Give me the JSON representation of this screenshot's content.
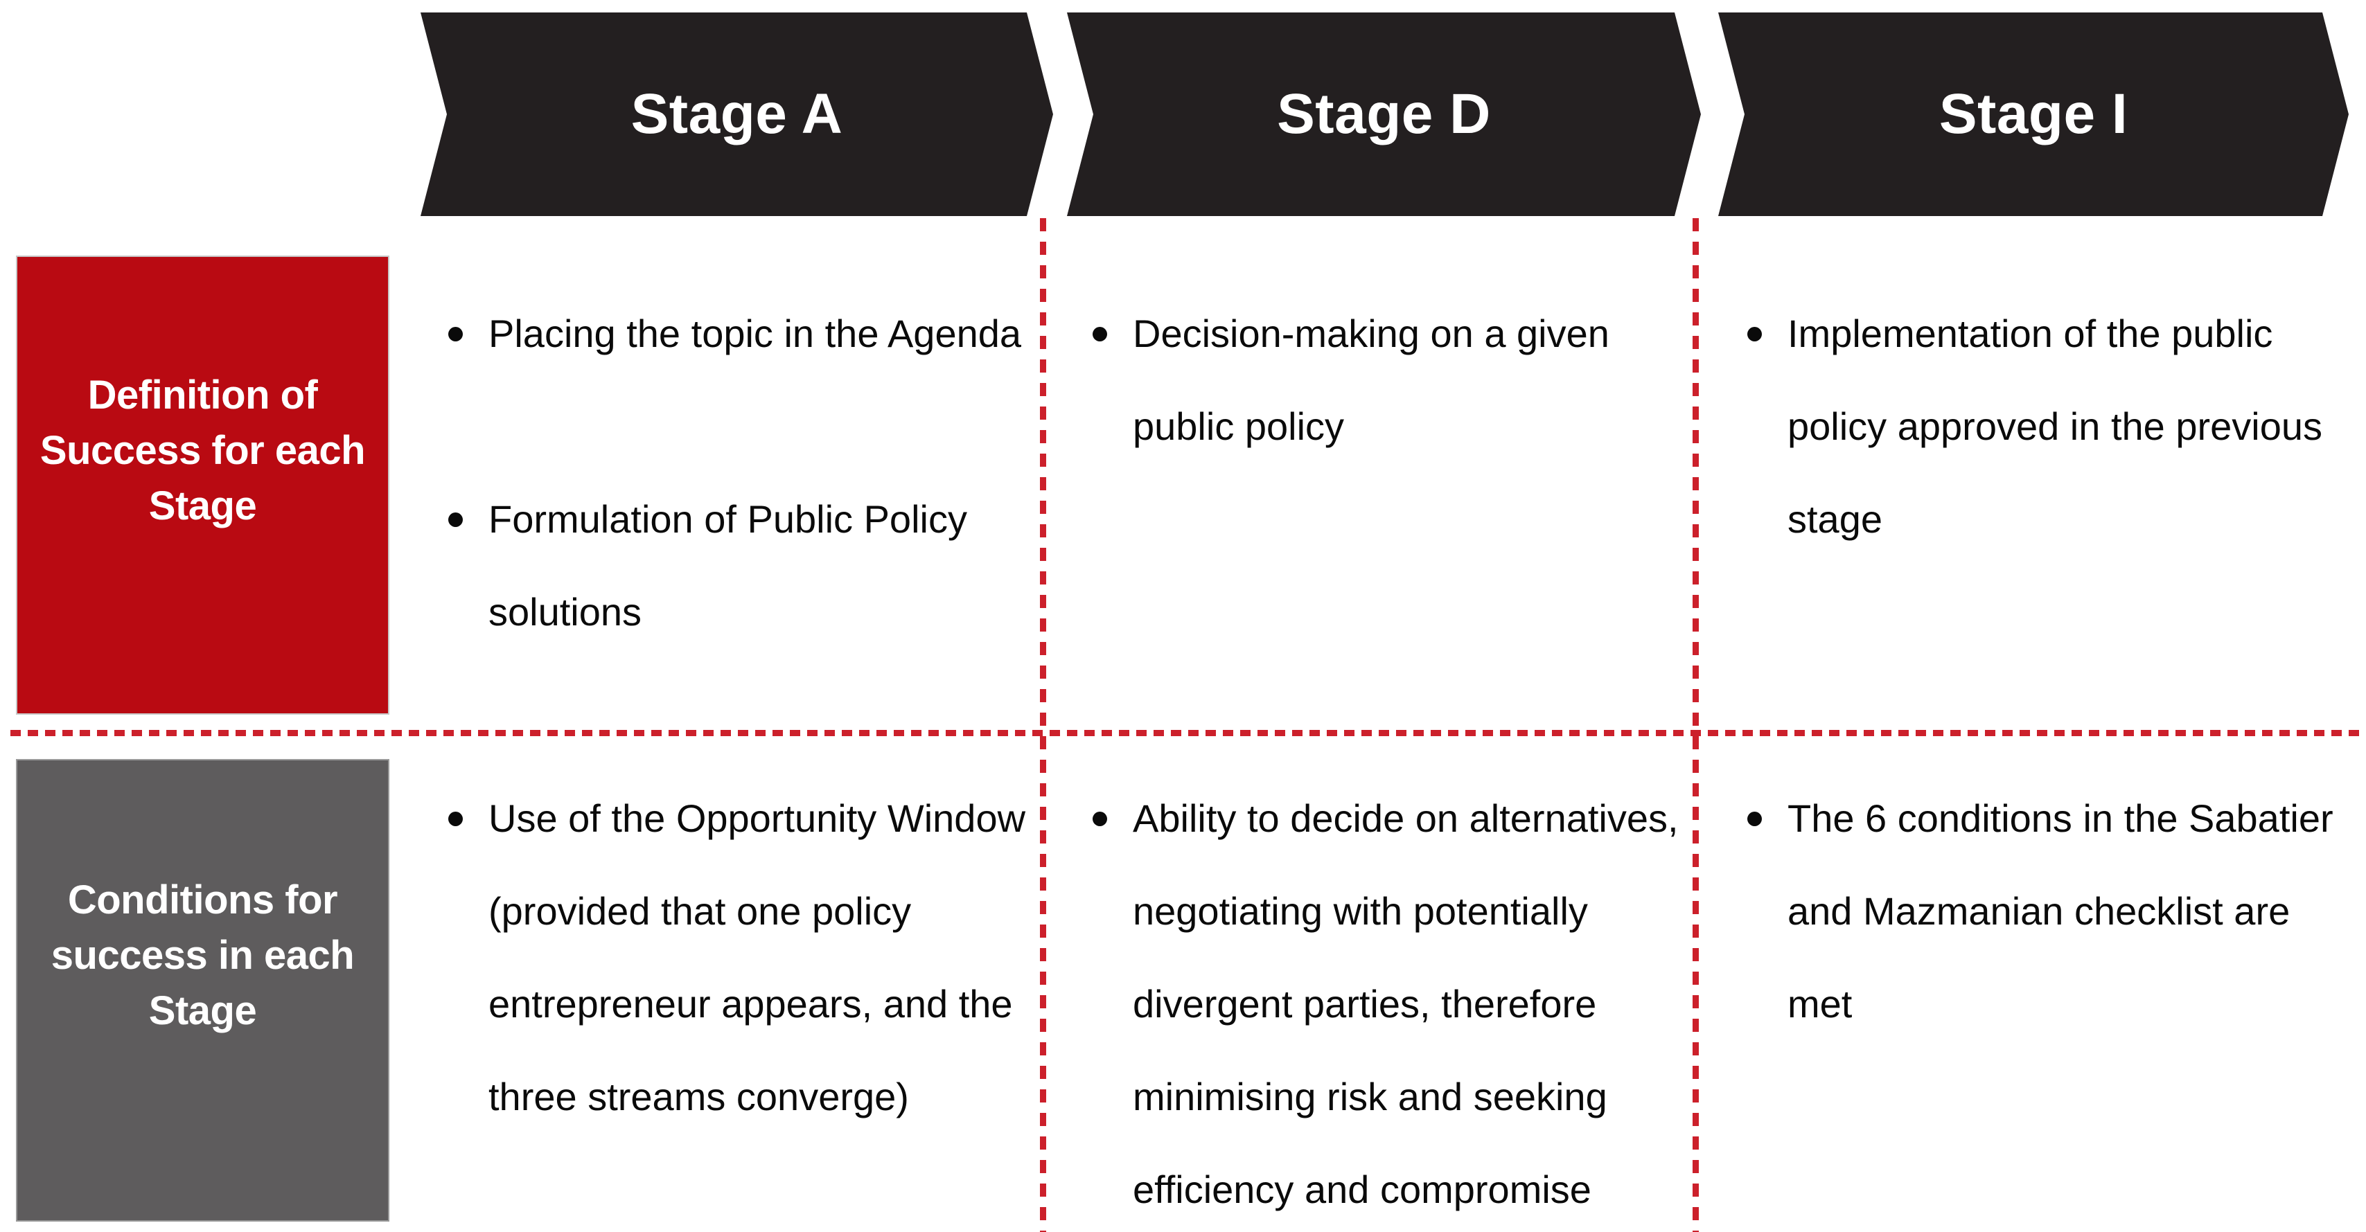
{
  "colors": {
    "chevron_dark": "#231f20",
    "box_red": "#b90a12",
    "box_gray": "#5e5c5d",
    "dash_red": "#cc202b",
    "text_black": "#0a0a0a",
    "text_white": "#ffffff"
  },
  "stages": [
    {
      "label": "Stage A"
    },
    {
      "label": "Stage D"
    },
    {
      "label": "Stage I"
    }
  ],
  "rows": [
    {
      "header_lines": [
        "Definition of",
        "Success for each",
        "Stage"
      ],
      "cells": [
        {
          "bullets": [
            "Placing the topic in the Agenda",
            "Formulation of Public Policy solutions"
          ]
        },
        {
          "bullets": [
            "Decision-making on a given public policy"
          ]
        },
        {
          "bullets": [
            "Implementation of the public policy approved in the previous stage"
          ]
        }
      ]
    },
    {
      "header_lines": [
        "Conditions for",
        "success in each",
        "Stage"
      ],
      "cells": [
        {
          "bullets": [
            "Use of the Opportunity Window (provided that one policy entrepreneur appears, and the three streams converge)"
          ]
        },
        {
          "bullets": [
            "Ability to decide on alternatives, negotiating with potentially divergent parties, therefore minimising risk and seeking efficiency and compromise"
          ]
        },
        {
          "bullets": [
            "The 6 conditions in the Sabatier and Mazmanian checklist are met"
          ]
        }
      ]
    }
  ]
}
